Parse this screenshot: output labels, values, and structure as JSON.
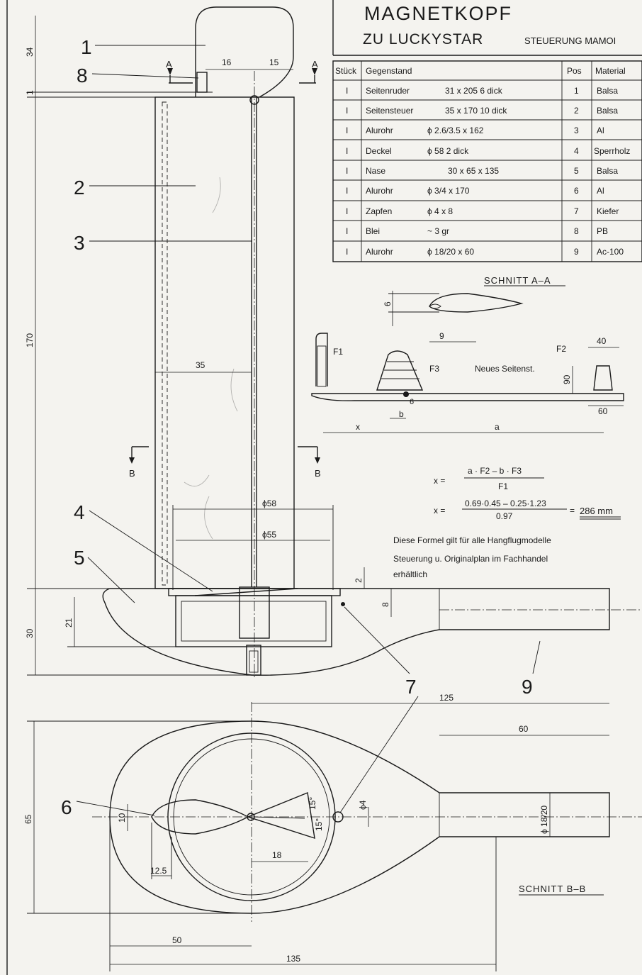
{
  "title": "MAGNETKOPF",
  "subtitle_main": "ZU LUCKYSTAR",
  "subtitle_small": "STEUERUNG MAMOI",
  "parts_table": {
    "headers": [
      "Stück",
      "Gegenstand",
      "Pos",
      "Material"
    ],
    "rows": [
      {
        "qty": "I",
        "item": "Seitenruder",
        "spec": "31 x 205   6 dick",
        "pos": "1",
        "material": "Balsa"
      },
      {
        "qty": "I",
        "item": "Seitensteuer",
        "spec": "35 x 170   10 dick",
        "pos": "2",
        "material": "Balsa"
      },
      {
        "qty": "I",
        "item": "Alurohr",
        "spec": "ϕ 2.6/3.5 x 162",
        "pos": "3",
        "material": "Al"
      },
      {
        "qty": "I",
        "item": "Deckel",
        "spec": "ϕ 58   2 dick",
        "pos": "4",
        "material": "Sperrholz"
      },
      {
        "qty": "I",
        "item": "Nase",
        "spec": "30 x 65 x 135",
        "pos": "5",
        "material": "Balsa"
      },
      {
        "qty": "I",
        "item": "Alurohr",
        "spec": "ϕ 3/4 x 170",
        "pos": "6",
        "material": "Al"
      },
      {
        "qty": "I",
        "item": "Zapfen",
        "spec": "ϕ 4 x 8",
        "pos": "7",
        "material": "Kiefer"
      },
      {
        "qty": "I",
        "item": "Blei",
        "spec": "~ 3 gr",
        "pos": "8",
        "material": "PB"
      },
      {
        "qty": "I",
        "item": "Alurohr",
        "spec": "ϕ 18/20 x 60",
        "pos": "9",
        "material": "Ac-100"
      }
    ]
  },
  "position_labels": [
    "1",
    "8",
    "2",
    "3",
    "4",
    "5",
    "7",
    "9",
    "6"
  ],
  "section_labels": {
    "a_left": "A",
    "a_right": "A",
    "b_left": "B",
    "b_right": "B",
    "section_aa": "SCHNITT A–A",
    "section_bb": "SCHNITT B–B"
  },
  "dimensions": {
    "d34": "34",
    "d16": "16",
    "d15": "15",
    "d1": "1",
    "d170": "170",
    "d35": "35",
    "d58": "ϕ58",
    "d55": "ϕ55",
    "d30": "30",
    "d21": "21",
    "d2": "2",
    "d8": "8",
    "d125a": "125",
    "d60a": "60",
    "d65": "65",
    "d10": "10",
    "d4": "ϕ4",
    "d1820": "ϕ 18/20",
    "d15deg_a": "15°",
    "d15deg_b": "15°",
    "d18": "18",
    "d125b": "12.5",
    "d50": "50",
    "d135": "135",
    "aa6": "6",
    "aa9": "9"
  },
  "sketch": {
    "f1": "F1",
    "f2": "F2",
    "f3": "F3",
    "neues": "Neues Seitenst.",
    "d40": "40",
    "d90": "90",
    "d60": "60",
    "d6": "6",
    "x": "x",
    "b": "b",
    "a": "a"
  },
  "formula": {
    "x_eq": "x =",
    "numerator": "a · F2 – b · F3",
    "denominator": "F1",
    "x_eq2": "x =",
    "numerator2": "0.69·0.45 – 0.25·1.23",
    "denominator2": "0.97",
    "equals": "=",
    "result": "286 mm"
  },
  "notes": {
    "line1": "Diese Formel gilt für alle Hangflugmodelle",
    "line2": "Steuerung u. Originalplan im Fachhandel",
    "line3": "erhältlich"
  }
}
